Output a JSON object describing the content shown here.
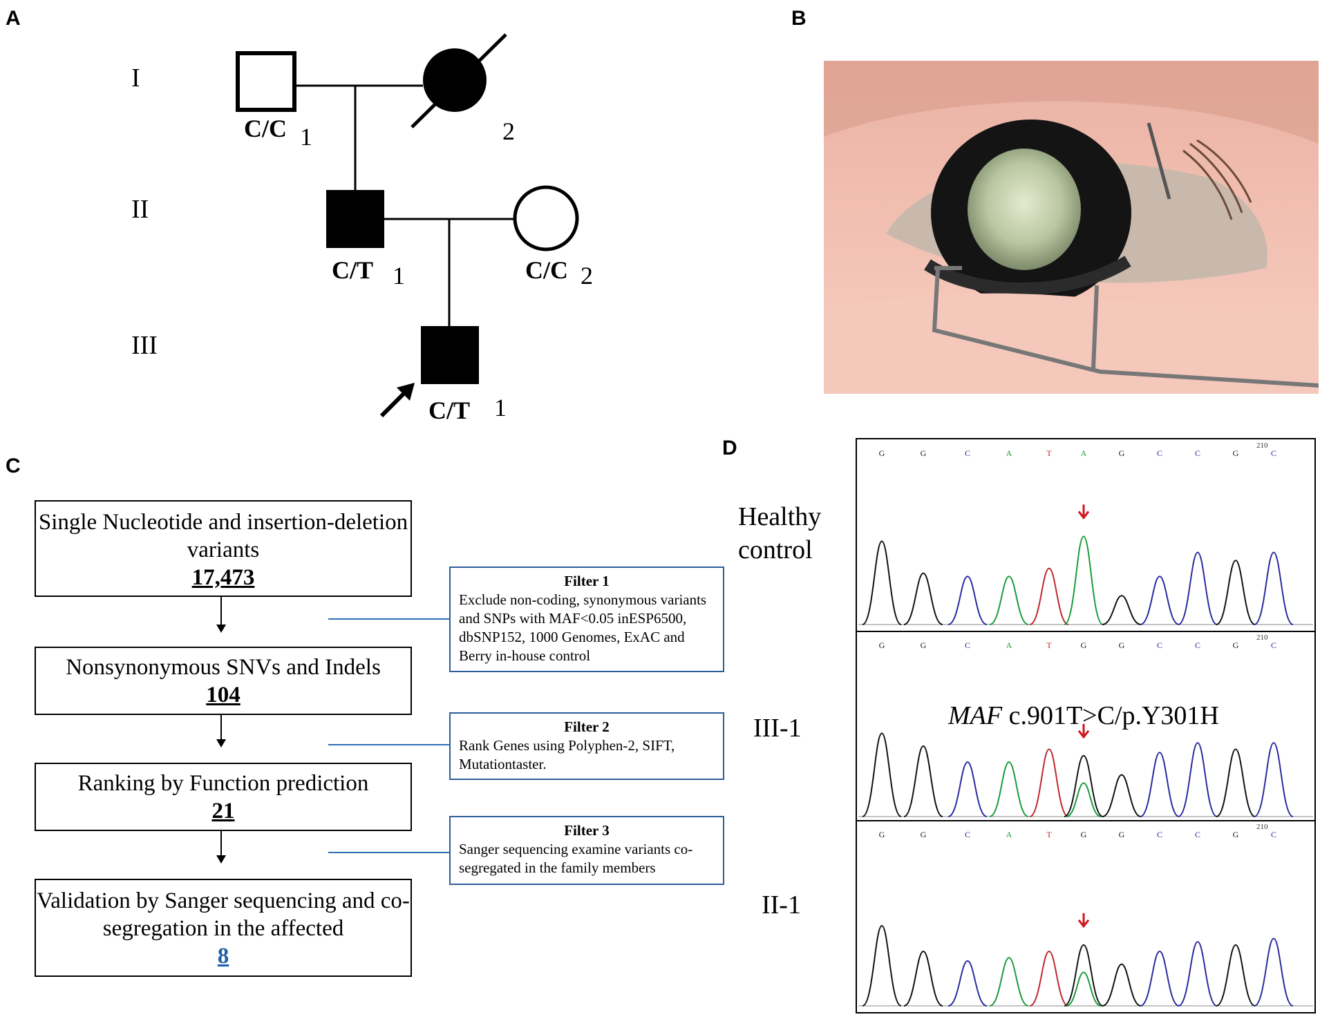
{
  "panels": {
    "a": "A",
    "b": "B",
    "c": "C",
    "d": "D"
  },
  "pedigree": {
    "generations": [
      "I",
      "II",
      "III"
    ],
    "individuals": [
      {
        "id": "I-1",
        "number": "1",
        "genotype": "C/C",
        "sex": "male",
        "affected": false,
        "deceased": false
      },
      {
        "id": "I-2",
        "number": "2",
        "genotype": "",
        "sex": "female",
        "affected": true,
        "deceased": true
      },
      {
        "id": "II-1",
        "number": "1",
        "genotype": "C/T",
        "sex": "male",
        "affected": true,
        "deceased": false
      },
      {
        "id": "II-2",
        "number": "2",
        "genotype": "C/C",
        "sex": "female",
        "affected": false,
        "deceased": false
      },
      {
        "id": "III-1",
        "number": "1",
        "genotype": "C/T",
        "sex": "male",
        "affected": true,
        "deceased": false,
        "proband": true
      }
    ]
  },
  "flowchart": {
    "steps": [
      {
        "label": "Single Nucleotide and insertion-deletion variants",
        "count": "17,473"
      },
      {
        "label": "Nonsynonymous  SNVs and Indels",
        "count": "104"
      },
      {
        "label": "Ranking by Function prediction",
        "count": "21"
      },
      {
        "label": "Validation by Sanger sequencing and co-segregation in the affected",
        "count": "8"
      }
    ],
    "filters": [
      {
        "title": "Filter 1",
        "text": "Exclude non-coding, synonymous variants and SNPs with MAF<0.05 inESP6500, dbSNP152, 1000 Genomes, ExAC and Berry in-house control"
      },
      {
        "title": "Filter 2",
        "text": "Rank Genes using Polyphen-2, SIFT, Mutationtaster."
      },
      {
        "title": "Filter 3",
        "text": "Sanger sequencing examine variants co-segregated in the family members"
      }
    ]
  },
  "chromatograms": {
    "labels": {
      "healthy": "Healthy control",
      "proband": "III-1",
      "father": "II-1"
    },
    "mutation_gene": "MAF",
    "mutation_change": "c.901T>C/p.Y301H",
    "position_label": "210",
    "tracks": [
      {
        "bases": [
          "G",
          "G",
          "C",
          "A",
          "T",
          "A",
          "G",
          "C",
          "C",
          "G",
          "C"
        ]
      },
      {
        "bases": [
          "G",
          "G",
          "C",
          "A",
          "T",
          "G",
          "G",
          "C",
          "C",
          "G",
          "C"
        ]
      },
      {
        "bases": [
          "G",
          "G",
          "C",
          "A",
          "T",
          "G",
          "G",
          "C",
          "C",
          "G",
          "C"
        ]
      }
    ],
    "colors": {
      "A": "#1a9b3c",
      "T": "#c0262c",
      "C": "#2a2aa0",
      "G": "#111111",
      "arrow": "#d0141b"
    }
  }
}
